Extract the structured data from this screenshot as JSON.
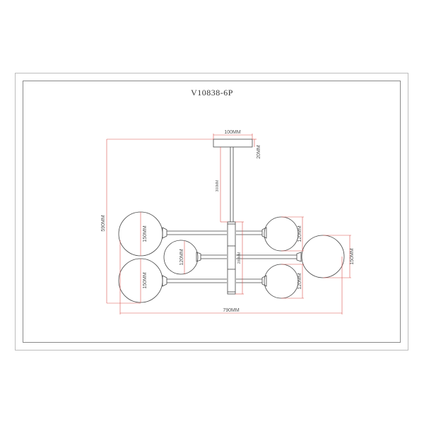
{
  "title": "V10838-6P",
  "colors": {
    "dimension_line": "#d9534f",
    "outline": "#444444",
    "frame_outer": "#bdbdbd",
    "frame_inner": "#8a8a8a"
  },
  "dimensions": {
    "canopy_width": "100MM",
    "canopy_height": "20MM",
    "stem_length": "300MM",
    "total_height": "590MM",
    "total_width": "790MM",
    "body_height": "280MM",
    "globe_left_top": "150MM",
    "globe_left_bottom": "150MM",
    "globe_left_middle": "120MM",
    "globe_right_top": "120MM",
    "globe_right_bottom": "120MM",
    "globe_right_middle": "150MM"
  }
}
